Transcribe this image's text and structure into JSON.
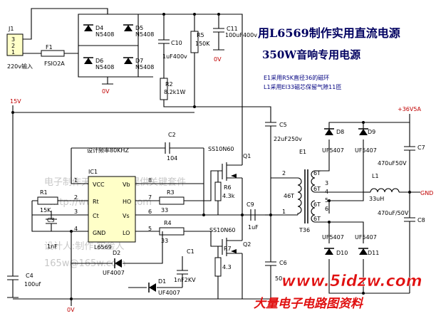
{
  "title_line1": "用L6569制作实用直流电源",
  "title_line2": "350W音响专用电源",
  "notes": [
    "E1采用R5K直径36的磁环",
    "L1采用EI33磁芯保留气隙11匝"
  ],
  "connector": {
    "ref": "J1",
    "pins": [
      "3",
      "2",
      "1"
    ],
    "label": "220v输入"
  },
  "fuse": {
    "ref": "F1",
    "value": "FSIO2A"
  },
  "bridge": [
    {
      "ref": "D4",
      "value": "N5408"
    },
    {
      "ref": "D5",
      "value": "N5408"
    },
    {
      "ref": "D6",
      "value": "N5408"
    },
    {
      "ref": "D7",
      "value": "N5408"
    }
  ],
  "c10": {
    "ref": "C10",
    "value": "1uF400v"
  },
  "r5": {
    "ref": "R5",
    "value": "150K"
  },
  "c11": {
    "ref": "C11",
    "value": "100uF400v"
  },
  "r2": {
    "ref": "R2",
    "value": "8.2k1W"
  },
  "gnd_primary": "0V",
  "rail_15v": "15V",
  "freq_note": "设计频率80KHZ",
  "ic": {
    "ref": "IC1",
    "part": "L6569",
    "pins_left": [
      "VCC",
      "Rt",
      "Ct",
      "GND"
    ],
    "pins_right": [
      "Vb",
      "HO",
      "Vs",
      "LO"
    ],
    "pin_numbers": [
      "1",
      "2",
      "3",
      "4",
      "8",
      "7",
      "6",
      "5"
    ]
  },
  "c2": {
    "ref": "C2",
    "value": "104"
  },
  "r3": {
    "ref": "R3",
    "value": "33"
  },
  "r4": {
    "ref": "R4",
    "value": "33"
  },
  "r1": {
    "ref": "R1",
    "value": "15K"
  },
  "c3": {
    "ref": "C3",
    "value": "1nF"
  },
  "c4": {
    "ref": "C4",
    "value": "100uf"
  },
  "d2": {
    "ref": "D2",
    "value": "UF4007"
  },
  "d1": {
    "ref": "D1",
    "value": "UF4007"
  },
  "c1": {
    "ref": "C1",
    "value": "1nF2KV"
  },
  "q1": {
    "ref": "Q1",
    "part": "SS10N60"
  },
  "q2": {
    "ref": "Q2",
    "part": "SS10N60"
  },
  "r6": {
    "ref": "R6",
    "value": "4.3k"
  },
  "r7": {
    "ref": "R7",
    "value": "4.3"
  },
  "c9": {
    "ref": "C9",
    "value": "1uF"
  },
  "c5": {
    "ref": "C5",
    "value": "22uF250v"
  },
  "c6": {
    "ref": "C6",
    "value": "50"
  },
  "transformer": {
    "ref": "E1",
    "turns_primary": "46T",
    "turns_secondary": [
      "6T",
      "6T",
      "6T",
      "6T"
    ],
    "label": "T36",
    "pins": [
      "2",
      "1",
      "3",
      "4",
      "5",
      "6"
    ]
  },
  "rectifiers_top": [
    {
      "ref": "D8",
      "value": "UF5407"
    },
    {
      "ref": "D9",
      "value": "UF5407"
    }
  ],
  "rectifiers_bottom": [
    {
      "ref": "D10",
      "value": "UF5407"
    },
    {
      "ref": "D11",
      "value": "UF5407"
    }
  ],
  "out_rail": "+36V5A",
  "c7": {
    "ref": "C7",
    "value": "470uF50V"
  },
  "c8": {
    "ref": "C8",
    "value": "470uF/50V"
  },
  "l1": {
    "ref": "L1",
    "value": "33uH"
  },
  "gnd_out": "GND",
  "site_url": "www.5idzw.com",
  "site_cn": "大量电子电路图资料",
  "watermark_lines": [
    "电子制作天地 制作网提供关键套件",
    "http://www.5idzw.com",
    "设计人:制作 实验人",
    "165w@165w.com"
  ]
}
